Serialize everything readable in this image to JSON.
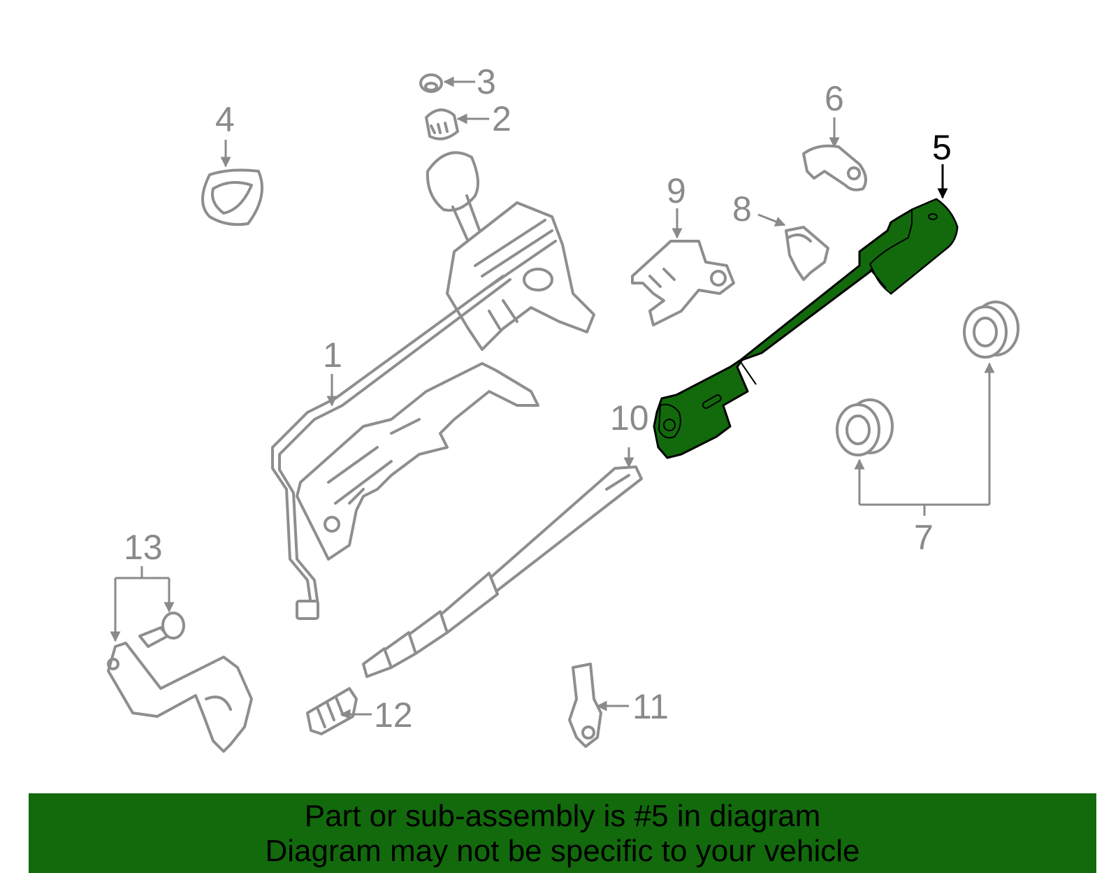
{
  "diagram": {
    "callouts": [
      "1",
      "2",
      "3",
      "4",
      "5",
      "6",
      "7",
      "8",
      "9",
      "10",
      "11",
      "12",
      "13"
    ],
    "highlighted_part": "5",
    "colors": {
      "highlight": "#126a0c",
      "parts": "#8e8e8e",
      "banner": "#126a0c"
    }
  },
  "banner": {
    "line1": "Part or sub-assembly is #5 in diagram",
    "line2": "Diagram may not be specific to your vehicle"
  }
}
